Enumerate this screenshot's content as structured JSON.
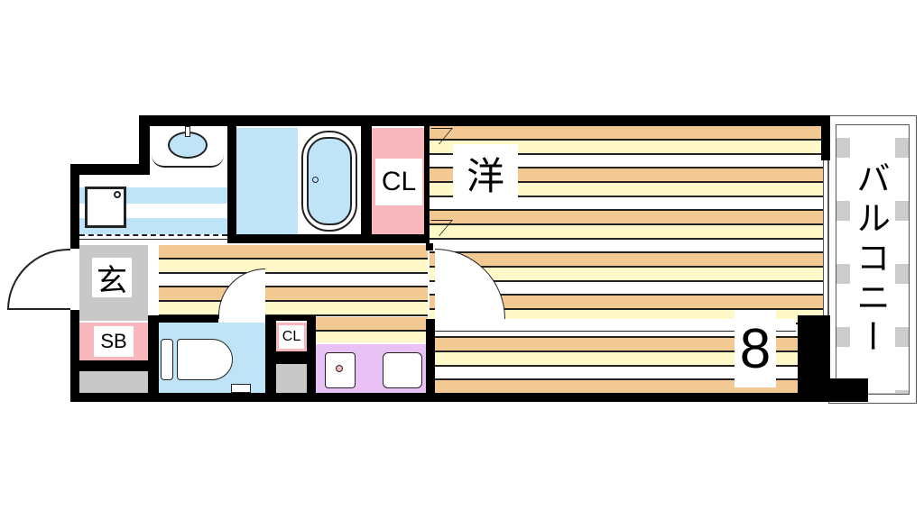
{
  "floor_plan": {
    "rooms": {
      "western_room": {
        "label": "洋",
        "size": "8"
      },
      "balcony": {
        "label": "バルコニー"
      },
      "entrance": {
        "label": "玄"
      },
      "shoe_box": {
        "label": "SB"
      },
      "closet_main": {
        "label": "CL"
      },
      "closet_small": {
        "label": "CL"
      }
    },
    "colors": {
      "wall": "#000000",
      "wood_dark": "#f2c992",
      "wood_light": "#fff8c8",
      "bath_blue": "#bfe3f7",
      "closet_pink": "#f7b7bd",
      "kitchen_purple": "#e8c2f5",
      "entrance_gray": "#c8c8c8",
      "balcony_tile": "#cccccc"
    }
  }
}
